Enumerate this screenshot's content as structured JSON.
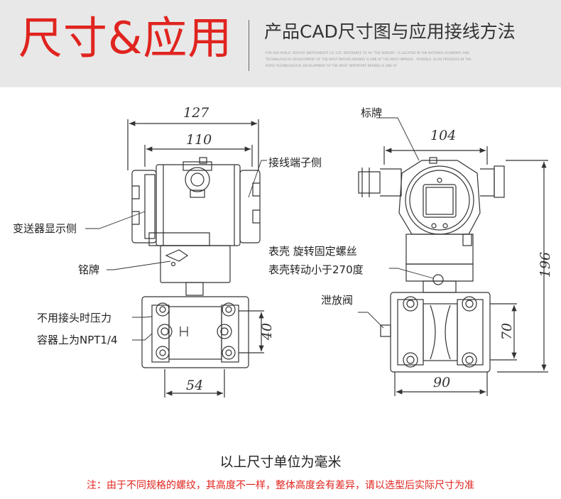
{
  "header": {
    "title": "尺寸&应用",
    "subtitle": "产品CAD尺寸图与应用接线方法",
    "small_text": "FOR HAS PUBLIC SERVICE INSTRUMENTS CO.,LTD. REFERENCE TO AS \"THE SENSOR\", IS LOCATED IN THE NATIONAL ECONOMIC AND TECHNOLOGICAL DEVELOPMENT OF THE MOST MATURE BRANDS IS ONE OF THE MOST IMPRESS · POSSIBLE, ELIAS PROGRESS IN THE RAPID TECHNOLOGICAL DEVELOPMENT OF THE MOST IMPORTANT BRANDS IS ONE OF"
  },
  "left_view": {
    "labels": {
      "terminal_side": "接线端子侧",
      "display_side": "变送器显示侧",
      "nameplate": "铭牌",
      "no_joint_line1": "不用接头时压力",
      "no_joint_line2": "容器上为NPT1/4"
    },
    "dims": {
      "overall_width": "127",
      "housing_width": "110",
      "flange_height": "40",
      "flange_width": "54"
    }
  },
  "right_view": {
    "labels": {
      "tag": "标牌",
      "shell_line1": "表壳  旋转固定螺丝",
      "shell_line2": "表壳转动小于270度",
      "vent_valve": "泄放阀"
    },
    "dims": {
      "top_width": "104",
      "total_height": "196",
      "flange_height": "70",
      "flange_width": "90"
    }
  },
  "caption": "以上尺寸单位为毫米",
  "note": "注：由于不同规格的螺纹，其高度不一样，整体高度会有差异，请以选型后实际尺寸为准",
  "colors": {
    "accent": "#e0241f",
    "header_bg": "#e8e8e8"
  }
}
